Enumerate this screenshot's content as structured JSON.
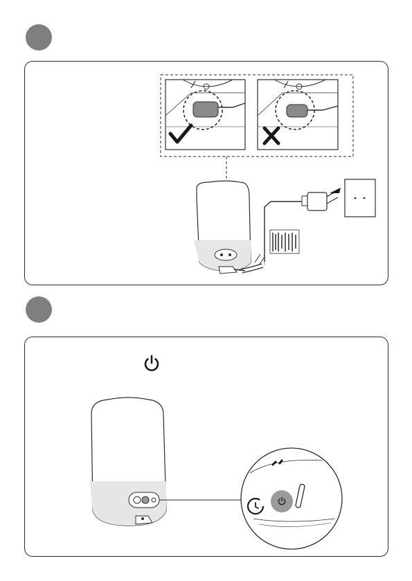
{
  "steps": [
    {
      "id": "step-1",
      "label": ""
    },
    {
      "id": "step-2",
      "label": ""
    }
  ],
  "step1": {
    "correct_mark": "check-icon",
    "incorrect_mark": "cross-icon",
    "illustration": "humidifier-plug-connection"
  },
  "step2": {
    "power_symbol": "power-icon",
    "illustration": "humidifier-control-panel-zoom"
  },
  "colors": {
    "step_dot": "#7f7f7f",
    "line": "#2b2b2b",
    "button_highlight": "#9a9a9a",
    "base_shade": "#e6e6e6"
  }
}
